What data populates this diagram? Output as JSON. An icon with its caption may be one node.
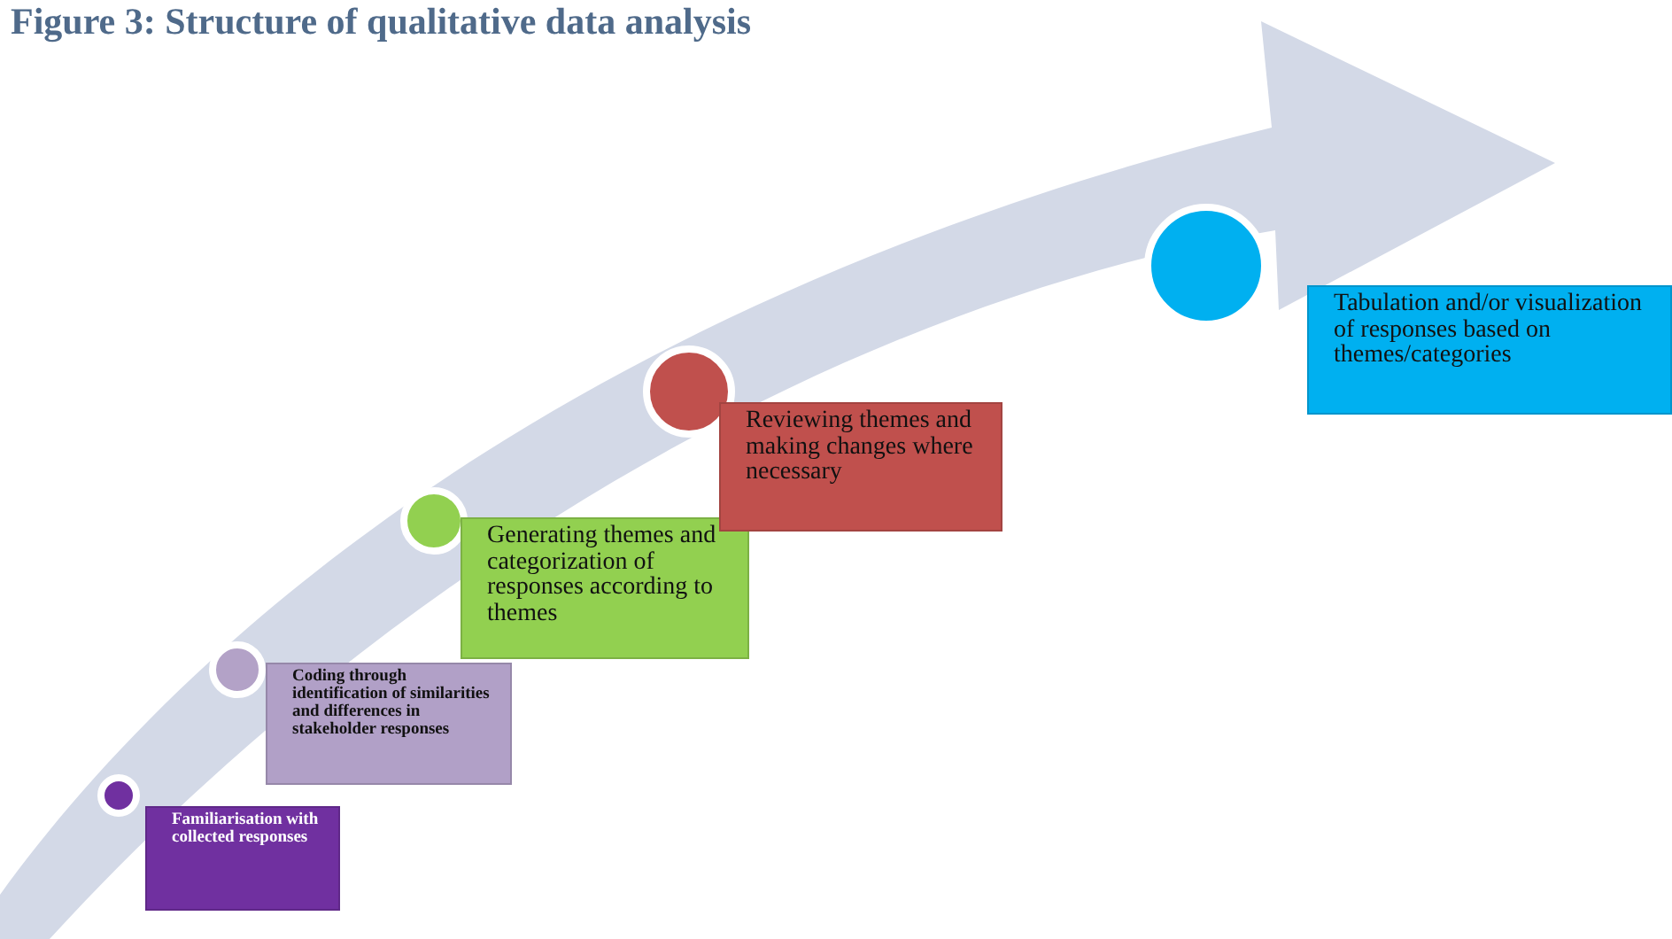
{
  "diagram": {
    "title": "Figure 3: Structure of qualitative data analysis",
    "nodes": [
      {
        "text": [],
        "shape": "circle"
      },
      {
        "text": [
          "Familiarisation with collected responses"
        ]
      },
      {
        "text": [],
        "shape": "circle"
      },
      {
        "text": [
          "Coding through identification of similarities and differences in stakeholder responses"
        ]
      },
      {
        "text": [],
        "shape": "circle"
      },
      {
        "text": [
          "Generating themes and categorization of responses according to themes"
        ]
      },
      {
        "text": [],
        "shape": "circle"
      },
      {
        "text": [
          "Reviewing themes and making changes where necessary"
        ]
      },
      {
        "text": [],
        "shape": "circle"
      },
      {
        "text": [
          "Tabulation and/or visualization of responses based on themes/categories"
        ]
      }
    ],
    "edges": []
  }
}
